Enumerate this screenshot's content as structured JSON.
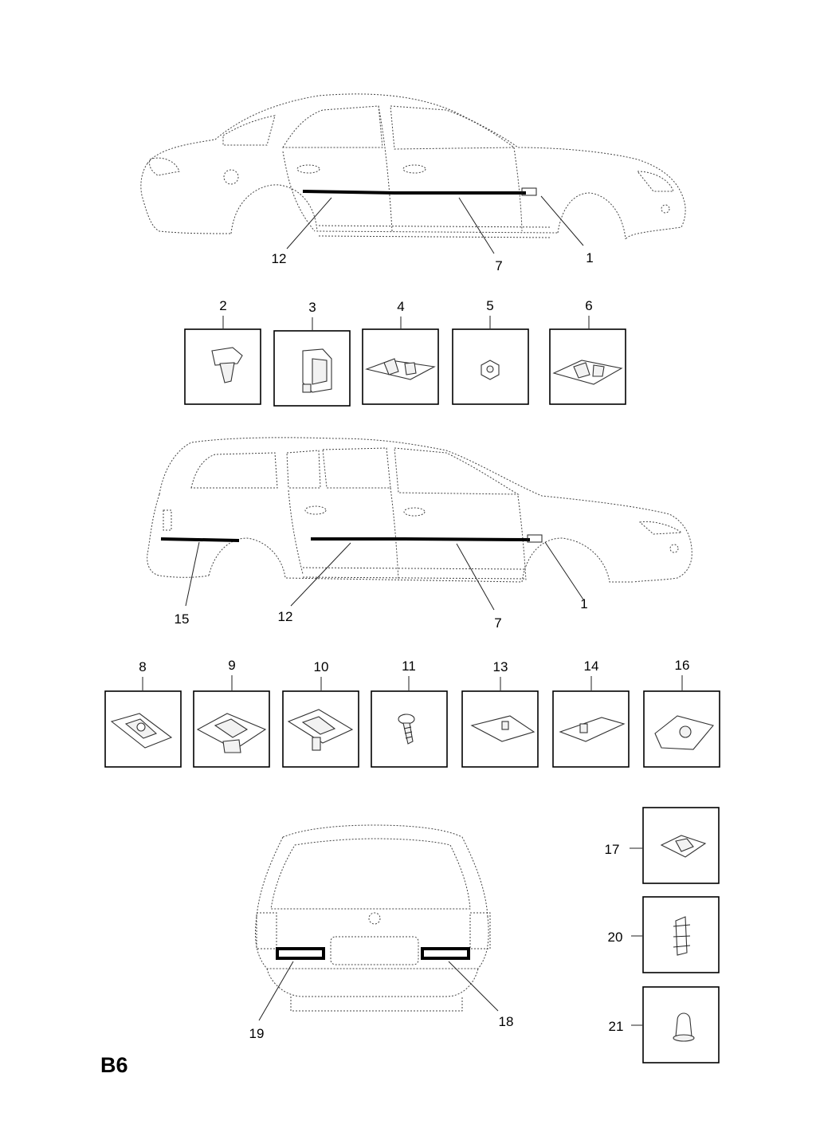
{
  "sheet_code": "B6",
  "callouts": {
    "sedan": [
      "12",
      "7",
      "1"
    ],
    "parts_row1": [
      "2",
      "3",
      "4",
      "5",
      "6"
    ],
    "wagon": [
      "15",
      "12",
      "7",
      "1"
    ],
    "parts_row2": [
      "8",
      "9",
      "10",
      "11",
      "13",
      "14",
      "16"
    ],
    "rear": [
      "19",
      "18"
    ],
    "parts_col": [
      "17",
      "20",
      "21"
    ]
  },
  "icons": {
    "sedan": "sedan-side-view",
    "wagon": "estate-side-view",
    "rear": "estate-rear-view",
    "parts": {
      "2": "push-clip",
      "3": "retainer-clip",
      "4": "moulding-clip",
      "5": "hex-nut",
      "6": "moulding-clip",
      "8": "frame-clip",
      "9": "moulding-clip",
      "10": "frame-clip",
      "11": "screw",
      "13": "wedge-clip",
      "14": "wedge-clip",
      "16": "plate-clip",
      "17": "clip",
      "20": "spring-clip",
      "21": "plug"
    }
  }
}
